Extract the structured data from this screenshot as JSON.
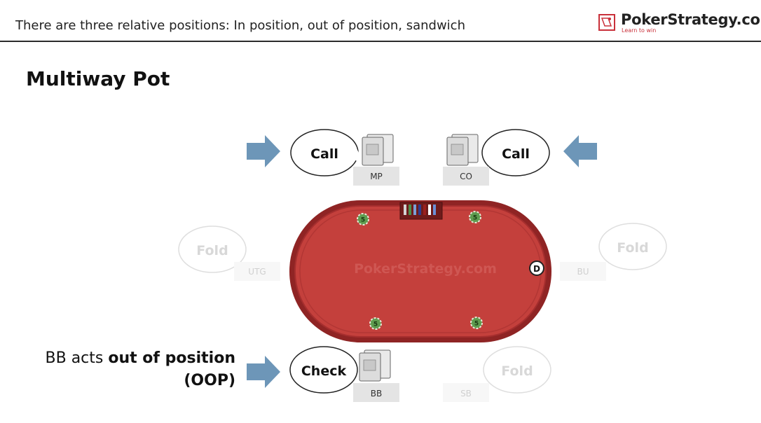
{
  "header": {
    "text": "There are three relative positions: In position, out of position, sandwich",
    "logo_name": "PokerStrategy.com",
    "logo_tagline": "Learn to win"
  },
  "title": "Multiway Pot",
  "table": {
    "watermark": "PokerStrategy.com",
    "dealer_button": "D",
    "chip_value": "5",
    "felt_color": "#c4403c",
    "rail_color": "#8f2424"
  },
  "players": {
    "mp": {
      "seat": "MP",
      "action": "Call",
      "active": true
    },
    "co": {
      "seat": "CO",
      "action": "Call",
      "active": true
    },
    "utg": {
      "seat": "UTG",
      "action": "Fold",
      "active": false
    },
    "bu": {
      "seat": "BU",
      "action": "Fold",
      "active": false
    },
    "bb": {
      "seat": "BB",
      "action": "Check",
      "active": true
    },
    "sb": {
      "seat": "SB",
      "action": "Fold",
      "active": false
    }
  },
  "note": {
    "prefix": "BB acts ",
    "bold_text": "out of position",
    "suffix": "(OOP)"
  },
  "colors": {
    "arrow": "#6d96b8",
    "inactive_text": "#d8d8d8"
  }
}
